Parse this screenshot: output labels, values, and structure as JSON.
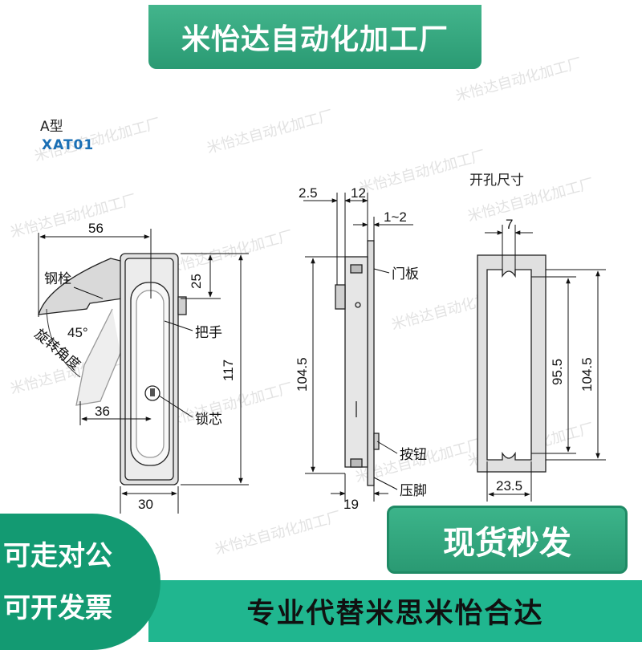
{
  "header": {
    "title": "米怡达自动化加工厂"
  },
  "watermark": {
    "text": "米怡达自动化加工厂"
  },
  "product": {
    "type": "A型",
    "model": "XAT01"
  },
  "dimensions": {
    "front_width": "56",
    "handle_top": "25",
    "overall_height": "117",
    "lock_offset": "36",
    "bottom_width": "30",
    "rotation_angle": "45°",
    "side_left": "2.5",
    "side_depth": "12",
    "panel_thickness": "1~2",
    "side_height": "104.5",
    "side_bottom": "19",
    "hole_width_top": "7",
    "hole_inner_height": "95.5",
    "hole_height": "104.5",
    "hole_width": "23.5"
  },
  "labels": {
    "latch": "钢栓",
    "handle": "把手",
    "rotation": "旋转角度",
    "lock_core": "锁芯",
    "door_panel": "门板",
    "button": "按钮",
    "clamp_foot": "压脚",
    "hole_size": "开孔尺寸"
  },
  "badges": {
    "spot": "现货秒发",
    "company_line1": "可走对公",
    "company_line2": "可开发票"
  },
  "footer": {
    "slogan": "专业代替米思米怡合达"
  }
}
